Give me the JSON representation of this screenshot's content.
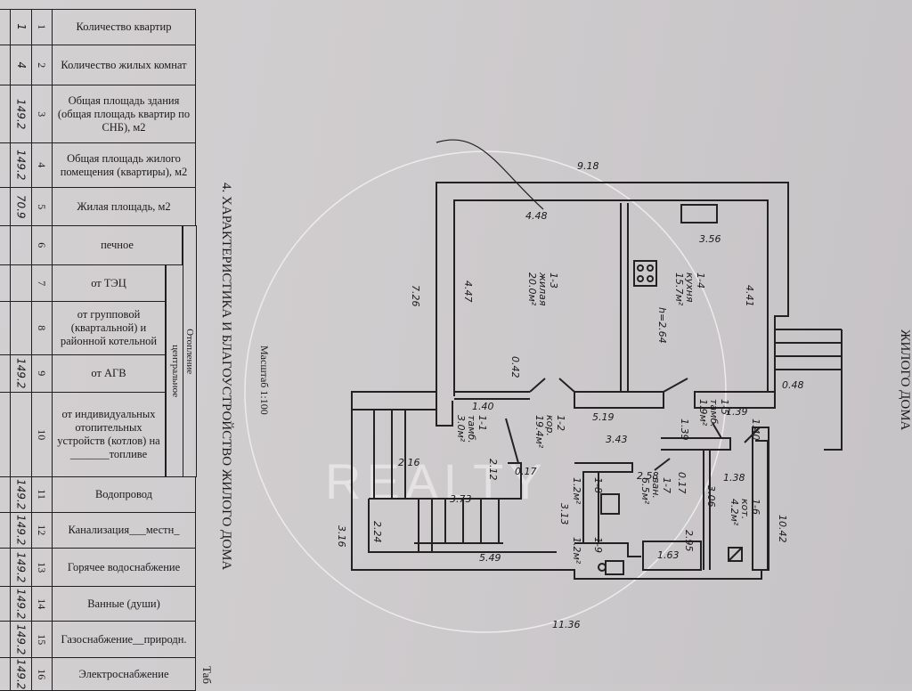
{
  "section_title": "4. ХАРАКТЕРИСТИКА И БЛАГОУСТРОЙСТВО ЖИЛОГО ДОМА",
  "right_edge_title": "ЖИЛОГО ДОМА",
  "bottom_fragment": "Таб",
  "scale": "Масштаб 1:100",
  "watermark": "REALTY",
  "heating_group": "Отопление",
  "central_group": "центральное",
  "table": {
    "rows": [
      {
        "n": "1",
        "label": "Количество квартир",
        "value": "1"
      },
      {
        "n": "2",
        "label": "Количество жилых комнат",
        "value": "4"
      },
      {
        "n": "3",
        "label": "Общая площадь здания (общая площадь квартир по СНБ), м2",
        "value": "149.2"
      },
      {
        "n": "4",
        "label": "Общая площадь жилого помещения (квартиры), м2",
        "value": "149.2"
      },
      {
        "n": "5",
        "label": "Жилая площадь, м2",
        "value": "70.9"
      },
      {
        "n": "6",
        "label": "печное",
        "value": ""
      },
      {
        "n": "7",
        "label": "от ТЭЦ",
        "value": ""
      },
      {
        "n": "8",
        "label": "от групповой (квартальной) и районной котельной",
        "value": ""
      },
      {
        "n": "9",
        "label": "от АГВ",
        "value": "149.2"
      },
      {
        "n": "10",
        "label": "от индивидуальных отопительных устройств (котлов) на _______топливе",
        "value": ""
      },
      {
        "n": "11",
        "label": "Водопровод",
        "value": "149.2"
      },
      {
        "n": "12",
        "label": "Канализация___местн_",
        "value": "149.2"
      },
      {
        "n": "13",
        "label": "Горячее водоснабжение",
        "value": "149.2"
      },
      {
        "n": "14",
        "label": "Ванные (души)",
        "value": "149.2"
      },
      {
        "n": "15",
        "label": "Газоснабжение__природн.",
        "value": "149.2"
      },
      {
        "n": "16",
        "label": "Электроснабжение",
        "value": "149.2"
      }
    ]
  },
  "plan": {
    "rooms": [
      {
        "id": "1-3",
        "name": "жилая",
        "area": "20.0м²"
      },
      {
        "id": "1-4",
        "name": "кухня",
        "area": "15.7м²"
      },
      {
        "id": "1-1",
        "name": "тамб.",
        "area": "3.0м²"
      },
      {
        "id": "1-2",
        "name": "кор.",
        "area": "19.4м²"
      },
      {
        "id": "1-5",
        "name": "тамб.",
        "area": "1.9м²"
      },
      {
        "id": "1-6",
        "name": "кот.",
        "area": "4.2м²"
      },
      {
        "id": "1-7",
        "name": "ван.",
        "area": "6.5м²"
      },
      {
        "id": "1-8",
        "name": "",
        "area": "1.2м²"
      },
      {
        "id": "1-9",
        "name": "",
        "area": "1.2м²"
      }
    ],
    "dims": {
      "d918": "9.18",
      "d448": "4.48",
      "d356": "3.56",
      "d726": "7.26",
      "d447": "4.47",
      "d441": "4.41",
      "h": "h=2.64",
      "d042": "0.42",
      "d140": "1.40",
      "d519": "5.19",
      "d139a": "1.39",
      "d048": "0.48",
      "d139b": "1.39",
      "d140b": "1.40",
      "d216": "2.16",
      "d212": "2.12",
      "d017a": "0.17",
      "d343": "3.43",
      "d258": "2.58",
      "d017b": "0.17",
      "d138": "1.38",
      "d1042": "10.42",
      "d373": "3.73",
      "d313": "3.13",
      "d306": "3.06",
      "d224": "2.24",
      "d295": "2.95",
      "d316": "3.16",
      "d549": "5.49",
      "d163": "1.63",
      "d1136": "11.36"
    }
  }
}
